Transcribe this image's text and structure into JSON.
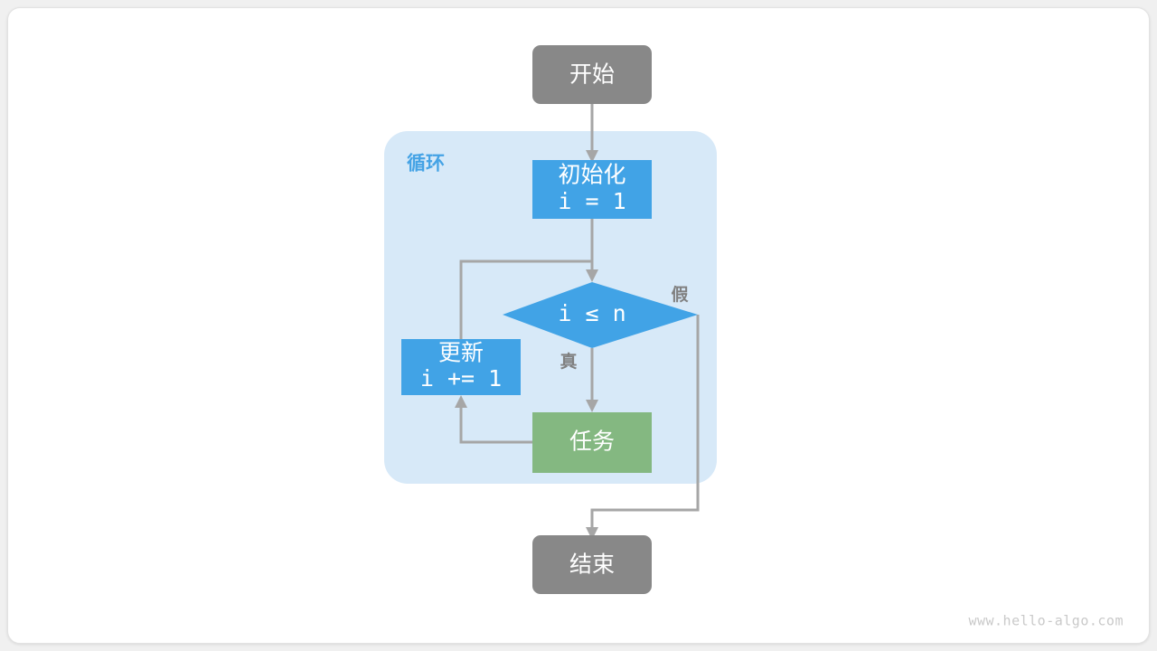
{
  "page": {
    "background_color": "#f0f0f0",
    "card_color": "#ffffff",
    "watermark": "www.hello-algo.com"
  },
  "palette": {
    "gray_node": "#888888",
    "blue_node": "#41a3e6",
    "green_node": "#84b881",
    "group_fill": "#d7e9f8",
    "group_label": "#45a3e5",
    "edge": "#a6a6a6",
    "node_text": "#ffffff",
    "edge_label_text": "#808080",
    "watermark_text": "#c9c9c9"
  },
  "diagram": {
    "type": "flowchart",
    "group": {
      "label": "循环"
    },
    "nodes": [
      {
        "id": "start",
        "label": "开始",
        "shape": "rounded-rect",
        "color": "#888888"
      },
      {
        "id": "init",
        "label": "初始化",
        "sublabel": "i = 1",
        "shape": "rect",
        "color": "#41a3e6"
      },
      {
        "id": "cond",
        "label": "i ≤ n",
        "shape": "diamond",
        "color": "#41a3e6"
      },
      {
        "id": "update",
        "label": "更新",
        "sublabel": "i += 1",
        "shape": "rect",
        "color": "#41a3e6"
      },
      {
        "id": "task",
        "label": "任务",
        "shape": "rect",
        "color": "#84b881"
      },
      {
        "id": "end",
        "label": "结束",
        "shape": "rounded-rect",
        "color": "#888888"
      }
    ],
    "edges": [
      {
        "from": "start",
        "to": "init",
        "label": ""
      },
      {
        "from": "init",
        "to": "cond",
        "label": ""
      },
      {
        "from": "cond",
        "to": "task",
        "label": "真"
      },
      {
        "from": "cond",
        "to": "end",
        "label": "假"
      },
      {
        "from": "task",
        "to": "update",
        "label": ""
      },
      {
        "from": "update",
        "to": "cond",
        "label": ""
      }
    ]
  }
}
